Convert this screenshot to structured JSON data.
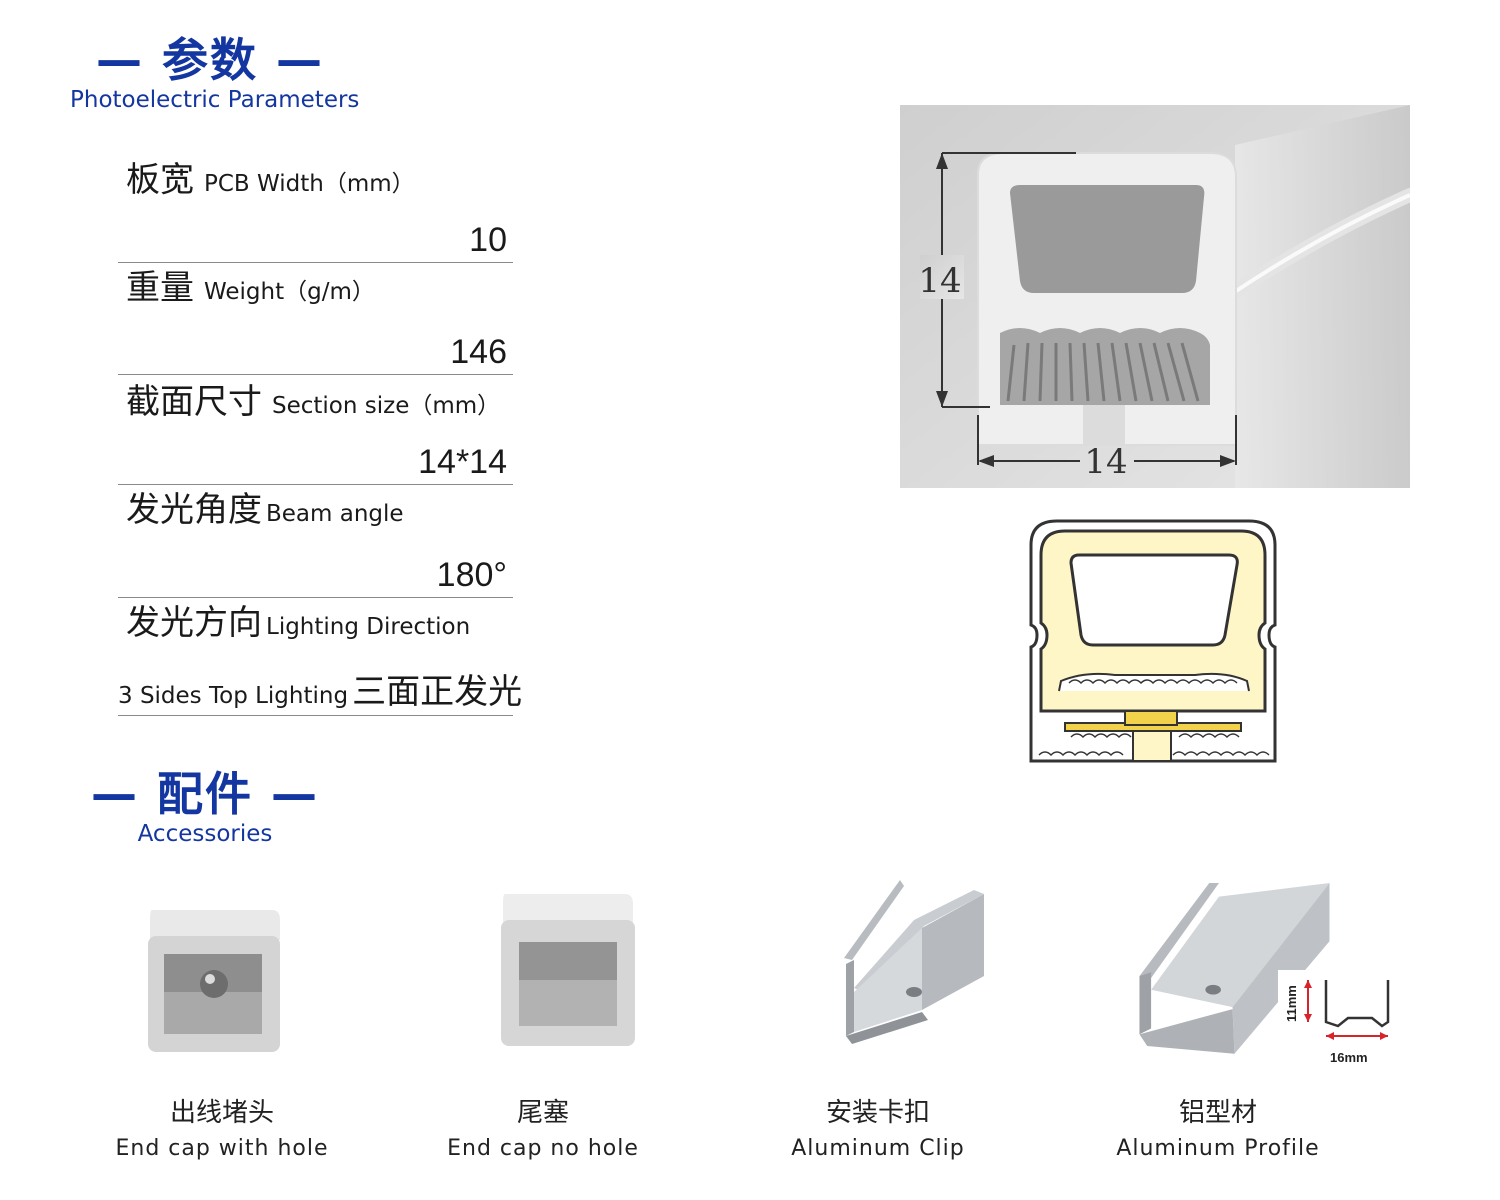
{
  "section_params": {
    "zh": "— 参数 —",
    "en": "Photoelectric Parameters"
  },
  "params": [
    {
      "zh": "板宽",
      "en": "PCB Width（mm）",
      "value": "10"
    },
    {
      "zh": "重量",
      "en": "Weight（g/m）",
      "value": "146"
    },
    {
      "zh": "截面尺寸",
      "en": "Section size（mm）",
      "value": "14*14"
    },
    {
      "zh": "发光角度",
      "en": "Beam angle",
      "value": "180°"
    },
    {
      "zh": "发光方向",
      "en": "Lighting Direction",
      "value_en": "3 Sides Top Lighting",
      "value_zh": "三面正发光"
    }
  ],
  "dimensions": {
    "height": "14",
    "width": "14"
  },
  "section_accessories": {
    "zh": "— 配件 —",
    "en": "Accessories"
  },
  "accessories": [
    {
      "zh": "出线堵头",
      "en": "End cap with hole"
    },
    {
      "zh": "尾塞",
      "en": "End cap no hole"
    },
    {
      "zh": "安装卡扣",
      "en": "Aluminum Clip"
    },
    {
      "zh": "铝型材",
      "en": "Aluminum Profile"
    }
  ],
  "profile_dims": {
    "height": "11mm",
    "width": "16mm"
  },
  "colors": {
    "heading_blue": "#1436a0",
    "glow_yellow": "#fff6c8",
    "led_yellow": "#f2d24a",
    "dim_red": "#d8232a"
  }
}
